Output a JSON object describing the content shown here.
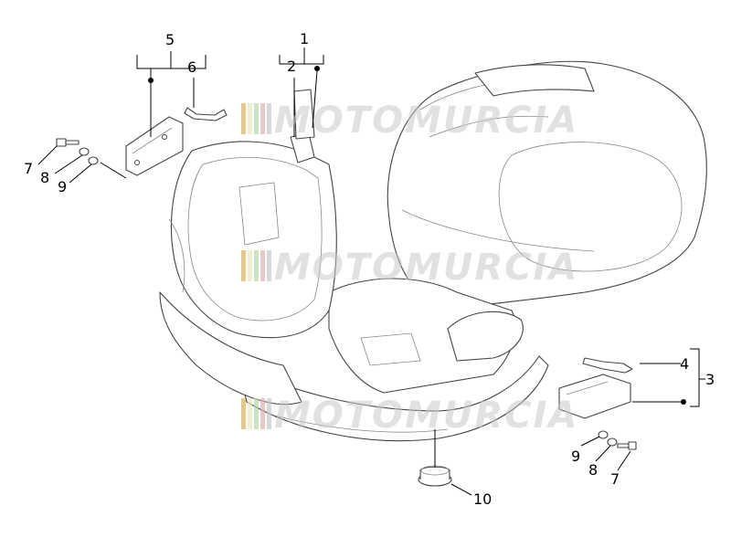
{
  "diagram": {
    "callouts": [
      {
        "id": "c1",
        "label": "1"
      },
      {
        "id": "c2",
        "label": "2"
      },
      {
        "id": "c3",
        "label": "3"
      },
      {
        "id": "c4",
        "label": "4"
      },
      {
        "id": "c5",
        "label": "5"
      },
      {
        "id": "c6",
        "label": "6"
      },
      {
        "id": "c7a",
        "label": "7"
      },
      {
        "id": "c8a",
        "label": "8"
      },
      {
        "id": "c9a",
        "label": "9"
      },
      {
        "id": "c7b",
        "label": "7"
      },
      {
        "id": "c8b",
        "label": "8"
      },
      {
        "id": "c9b",
        "label": "9"
      },
      {
        "id": "c10",
        "label": "10"
      }
    ]
  },
  "watermark": {
    "text": "MOTOMURCIA",
    "stripe_colors": [
      "#d8b060",
      "#e8e8c0",
      "#b8d8a8",
      "#e0b0b0",
      "#c8c8c8"
    ]
  },
  "colors": {
    "outline": "#444444",
    "leader": "#000000"
  }
}
